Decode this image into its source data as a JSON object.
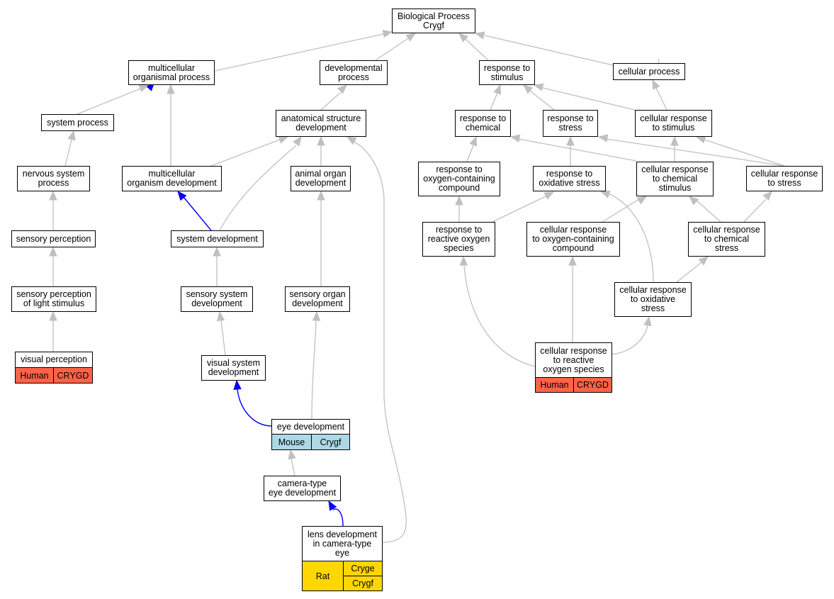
{
  "colors": {
    "edge_gray": "#c0c0c0",
    "edge_blue": "#0000ff",
    "human": "#ff6347",
    "mouse": "#add8e6",
    "rat": "#ffd700"
  },
  "nodes": {
    "root": "Biological Process\nCrygf",
    "multicellular_organismal_process": "multicellular\norganismal process",
    "developmental_process": "developmental\nprocess",
    "response_to_stimulus": "response to\nstimulus",
    "cellular_process": "cellular process",
    "system_process": "system process",
    "anatomical_structure_development": "anatomical structure\ndevelopment",
    "response_to_chemical": "response to\nchemical",
    "response_to_stress": "response to\nstress",
    "cellular_response_to_stimulus": "cellular response\nto stimulus",
    "nervous_system_process": "nervous system\nprocess",
    "multicellular_organism_development": "multicellular\norganism development",
    "animal_organ_development": "animal organ\ndevelopment",
    "response_to_oxygen_containing_compound": "response to\noxygen-containing\ncompound",
    "response_to_oxidative_stress": "response to\noxidative stress",
    "cellular_response_to_chemical_stimulus": "cellular response\nto chemical\nstimulus",
    "cellular_response_to_stress": "cellular response\nto stress",
    "sensory_perception": "sensory perception",
    "system_development": "system development",
    "response_to_reactive_oxygen_species": "response to\nreactive oxygen\nspecies",
    "cellular_response_to_oxygen_containing_compound": "cellular response\nto oxygen-containing\ncompound",
    "cellular_response_to_chemical_stress": "cellular response\nto chemical\nstress",
    "sensory_perception_of_light_stimulus": "sensory perception\nof light stimulus",
    "sensory_system_development": "sensory system\ndevelopment",
    "sensory_organ_development": "sensory organ\ndevelopment",
    "cellular_response_to_oxidative_stress": "cellular response\nto oxidative\nstress",
    "visual_perception": "visual perception",
    "visual_system_development": "visual system\ndevelopment",
    "cellular_response_to_reactive_oxygen_species": "cellular response\nto reactive\noxygen species",
    "eye_development": "eye development",
    "camera_type_eye_development": "camera-type\neye development",
    "lens_development": "lens development\nin camera-type\neye"
  },
  "annotations": {
    "visual_perception": {
      "species": "Human",
      "genes": [
        "CRYGD"
      ]
    },
    "cellular_response_to_reactive_oxygen_species": {
      "species": "Human",
      "genes": [
        "CRYGD"
      ]
    },
    "eye_development": {
      "species": "Mouse",
      "genes": [
        "Crygf"
      ]
    },
    "lens_development": {
      "species": "Rat",
      "genes": [
        "Cryge",
        "Crygf"
      ]
    }
  }
}
